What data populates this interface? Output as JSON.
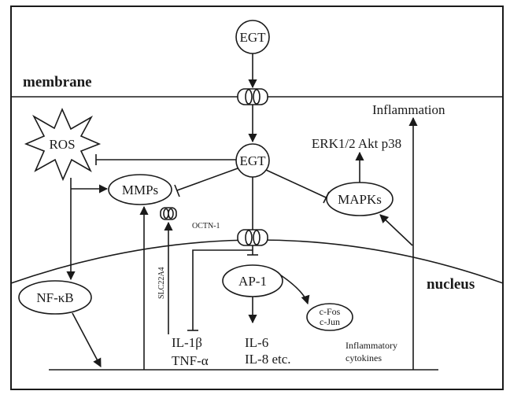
{
  "regions": {
    "membrane": "membrane",
    "nucleus": "nucleus"
  },
  "nodes": {
    "egt_outside": "EGT",
    "egt_inside": "EGT",
    "ros": "ROS",
    "mmps": "MMPs",
    "mapks": "MAPKs",
    "nfkb": "NF-κB",
    "ap1": "AP-1",
    "cfos": "c-Fos",
    "cjun": "c-Jun"
  },
  "labels": {
    "inflammation": "Inflammation",
    "erk_akt_p38": "ERK1/2 Akt p38",
    "octn1": "OCTN-1",
    "slc22a4": "SLC22A4",
    "il1b": "IL-1β",
    "tnfa": "TNF-α",
    "il6": "IL-6",
    "il8": "IL-8  etc.",
    "inflammatory": "Inflammatory",
    "cytokines": "cytokines"
  }
}
